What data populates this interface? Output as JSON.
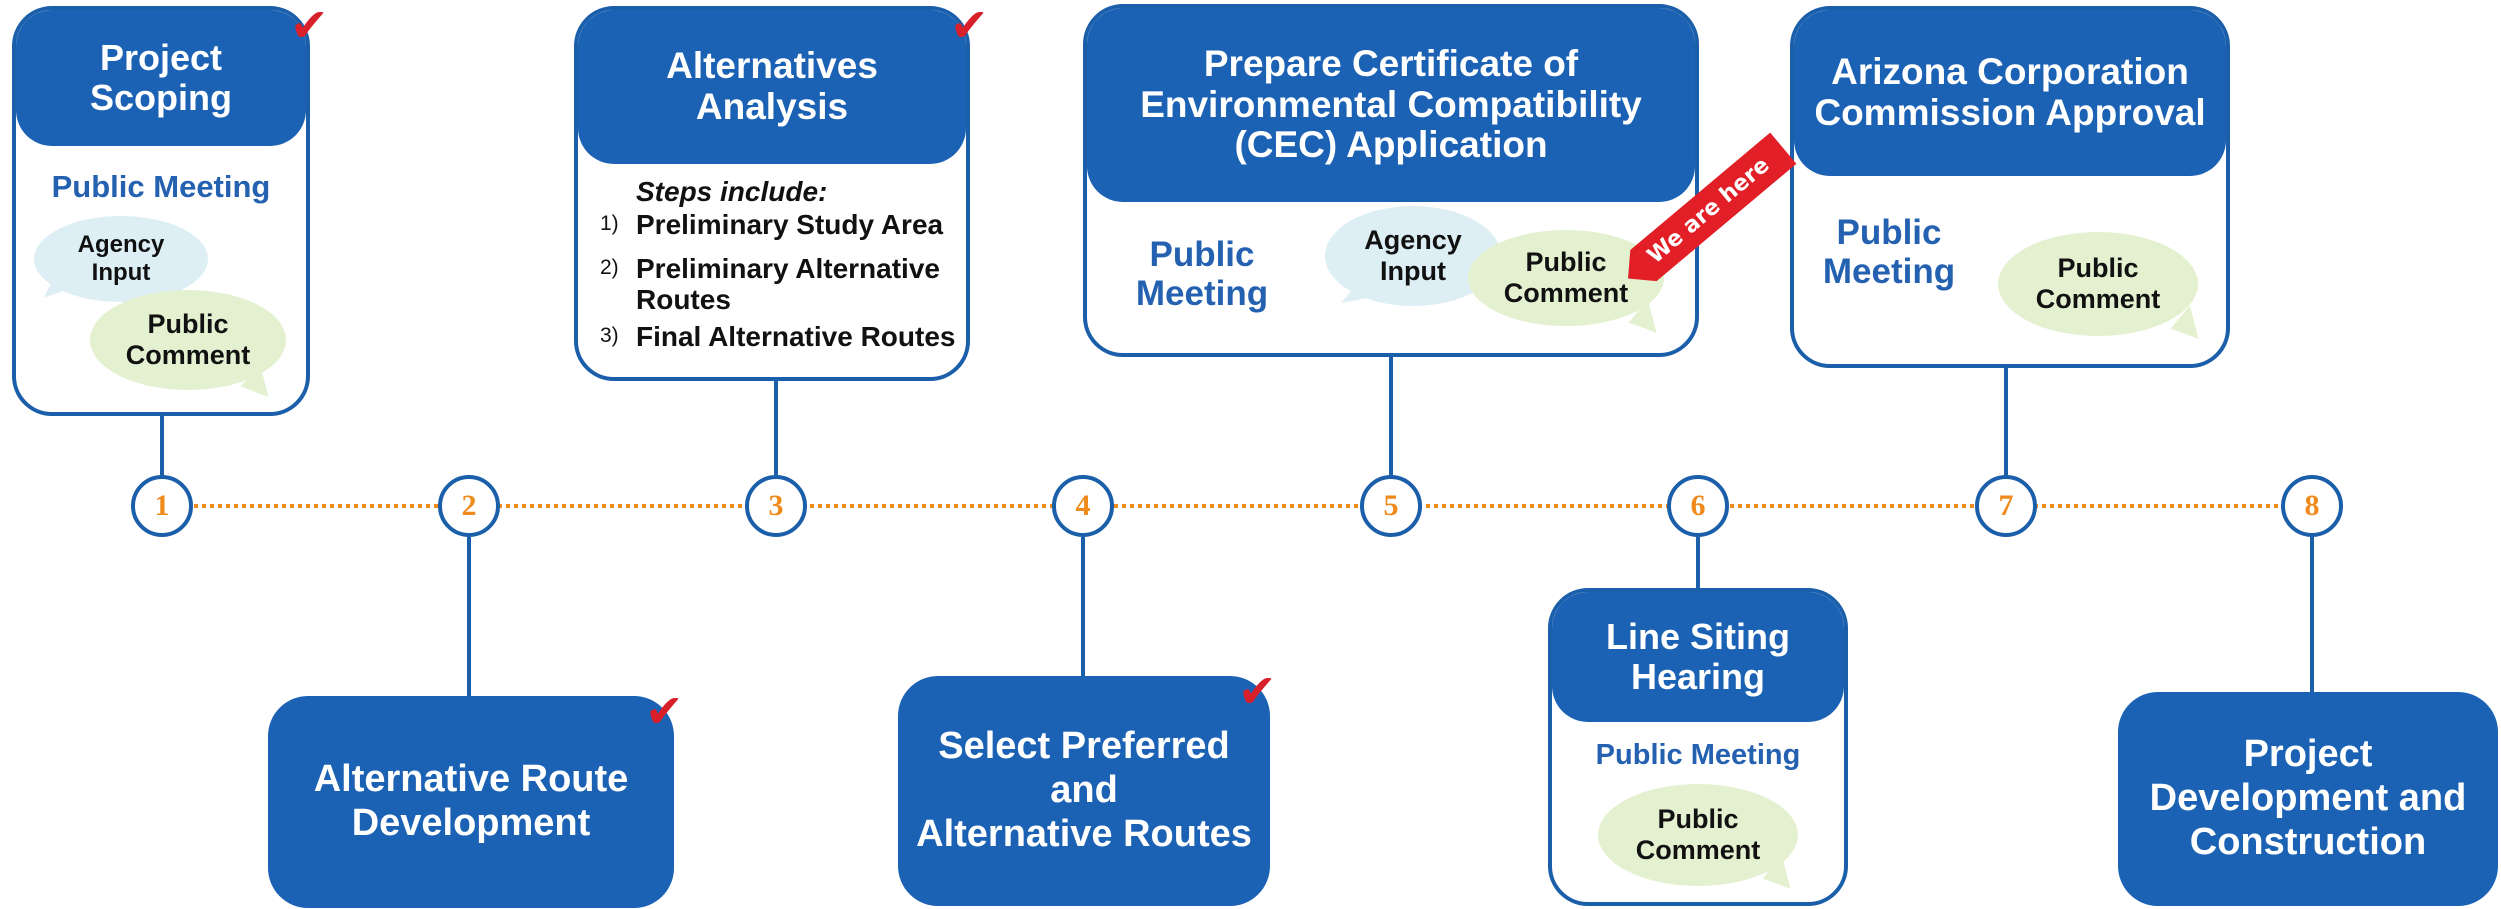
{
  "steps": [
    {
      "number": "1",
      "title": "Project\nScoping",
      "completed": true
    },
    {
      "number": "2",
      "title": "Alternative Route\nDevelopment",
      "completed": true
    },
    {
      "number": "3",
      "title": "Alternatives\nAnalysis",
      "completed": true
    },
    {
      "number": "4",
      "title": "Select Preferred\nand\nAlternative Routes",
      "completed": true
    },
    {
      "number": "5",
      "title": "Prepare Certificate of\nEnvironmental Compatibility\n(CEC) Application",
      "completed": false
    },
    {
      "number": "6",
      "title": "Line Siting\nHearing",
      "completed": false
    },
    {
      "number": "7",
      "title": "Arizona Corporation\nCommission Approval",
      "completed": false
    },
    {
      "number": "8",
      "title": "Project\nDevelopment and\nConstruction",
      "completed": false
    }
  ],
  "labels": {
    "public_meeting": "Public Meeting",
    "public_meeting_split": "Public\nMeeting",
    "agency_input": "Agency\nInput",
    "public_comment": "Public\nComment",
    "steps_include": "Steps include:",
    "we_are_here": "We are here",
    "check_glyph": "✔"
  },
  "analysis_steps": [
    {
      "num": "1)",
      "text": "Preliminary Study Area"
    },
    {
      "num": "2)",
      "text": "Preliminary Alternative\nRoutes"
    },
    {
      "num": "3)",
      "text": "Final Alternative Routes"
    }
  ],
  "colors": {
    "primary_blue": "#1b61b4",
    "border_blue": "#1b5faa",
    "timeline_orange": "#ef8a1c",
    "check_red": "#d8202a",
    "agency_bubble": "#ddeff4",
    "comment_bubble": "#e3f1d0"
  }
}
